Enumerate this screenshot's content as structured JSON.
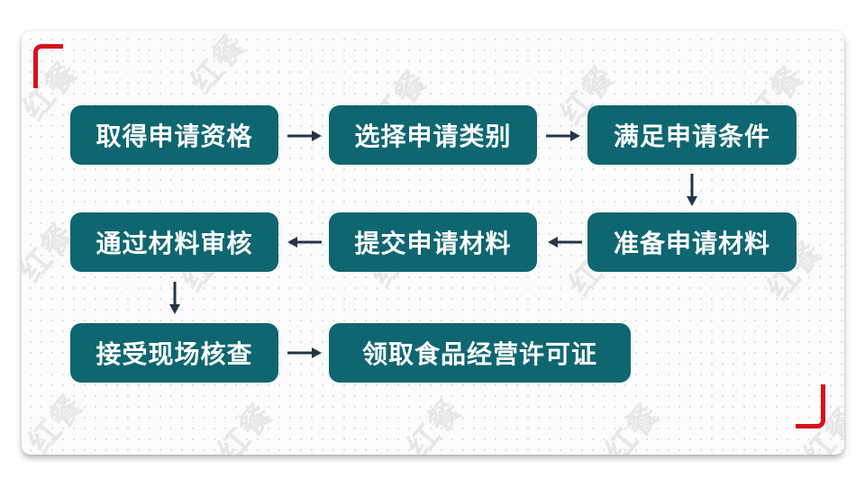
{
  "diagram": {
    "type": "flowchart",
    "colors": {
      "step_fill": "#0e6670",
      "step_text": "#ffffff",
      "arrow": "#243545",
      "corner_accent": "#d7101c",
      "watermark": "#e7e7e7"
    },
    "watermark_text": "红餐",
    "steps": [
      {
        "id": 1,
        "label": "取得申请资格"
      },
      {
        "id": 2,
        "label": "选择申请类别"
      },
      {
        "id": 3,
        "label": "满足申请条件"
      },
      {
        "id": 4,
        "label": "准备申请材料"
      },
      {
        "id": 5,
        "label": "提交申请材料"
      },
      {
        "id": 6,
        "label": "通过材料审核"
      },
      {
        "id": 7,
        "label": "接受现场核查"
      },
      {
        "id": 8,
        "label": "领取食品经营许可证"
      }
    ],
    "edges": [
      {
        "from": 1,
        "to": 2,
        "direction": "right"
      },
      {
        "from": 2,
        "to": 3,
        "direction": "right"
      },
      {
        "from": 3,
        "to": 4,
        "direction": "down"
      },
      {
        "from": 4,
        "to": 5,
        "direction": "left"
      },
      {
        "from": 5,
        "to": 6,
        "direction": "left"
      },
      {
        "from": 6,
        "to": 7,
        "direction": "down"
      },
      {
        "from": 7,
        "to": 8,
        "direction": "right"
      }
    ]
  }
}
